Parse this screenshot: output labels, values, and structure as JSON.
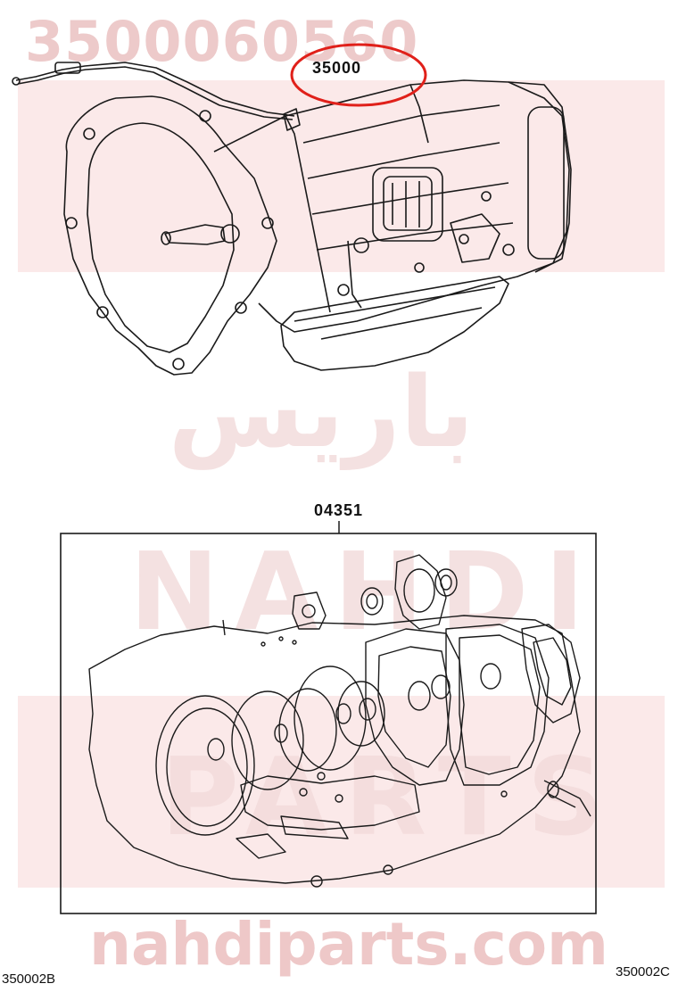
{
  "watermark": {
    "part_number": "3500060560",
    "site": "nahdiparts.com",
    "brand_lines": [
      "NAHDI",
      "PARTS"
    ],
    "arabic": "باريس"
  },
  "callouts": {
    "assembly_ref": "35000",
    "gasket_kit_ref": "04351"
  },
  "figure_codes": {
    "left": "350002B",
    "right": "350002C"
  },
  "colors": {
    "highlight_ring": "#e0201a",
    "line_art": "#1a1a1a",
    "watermark": "#f0d4d4"
  }
}
